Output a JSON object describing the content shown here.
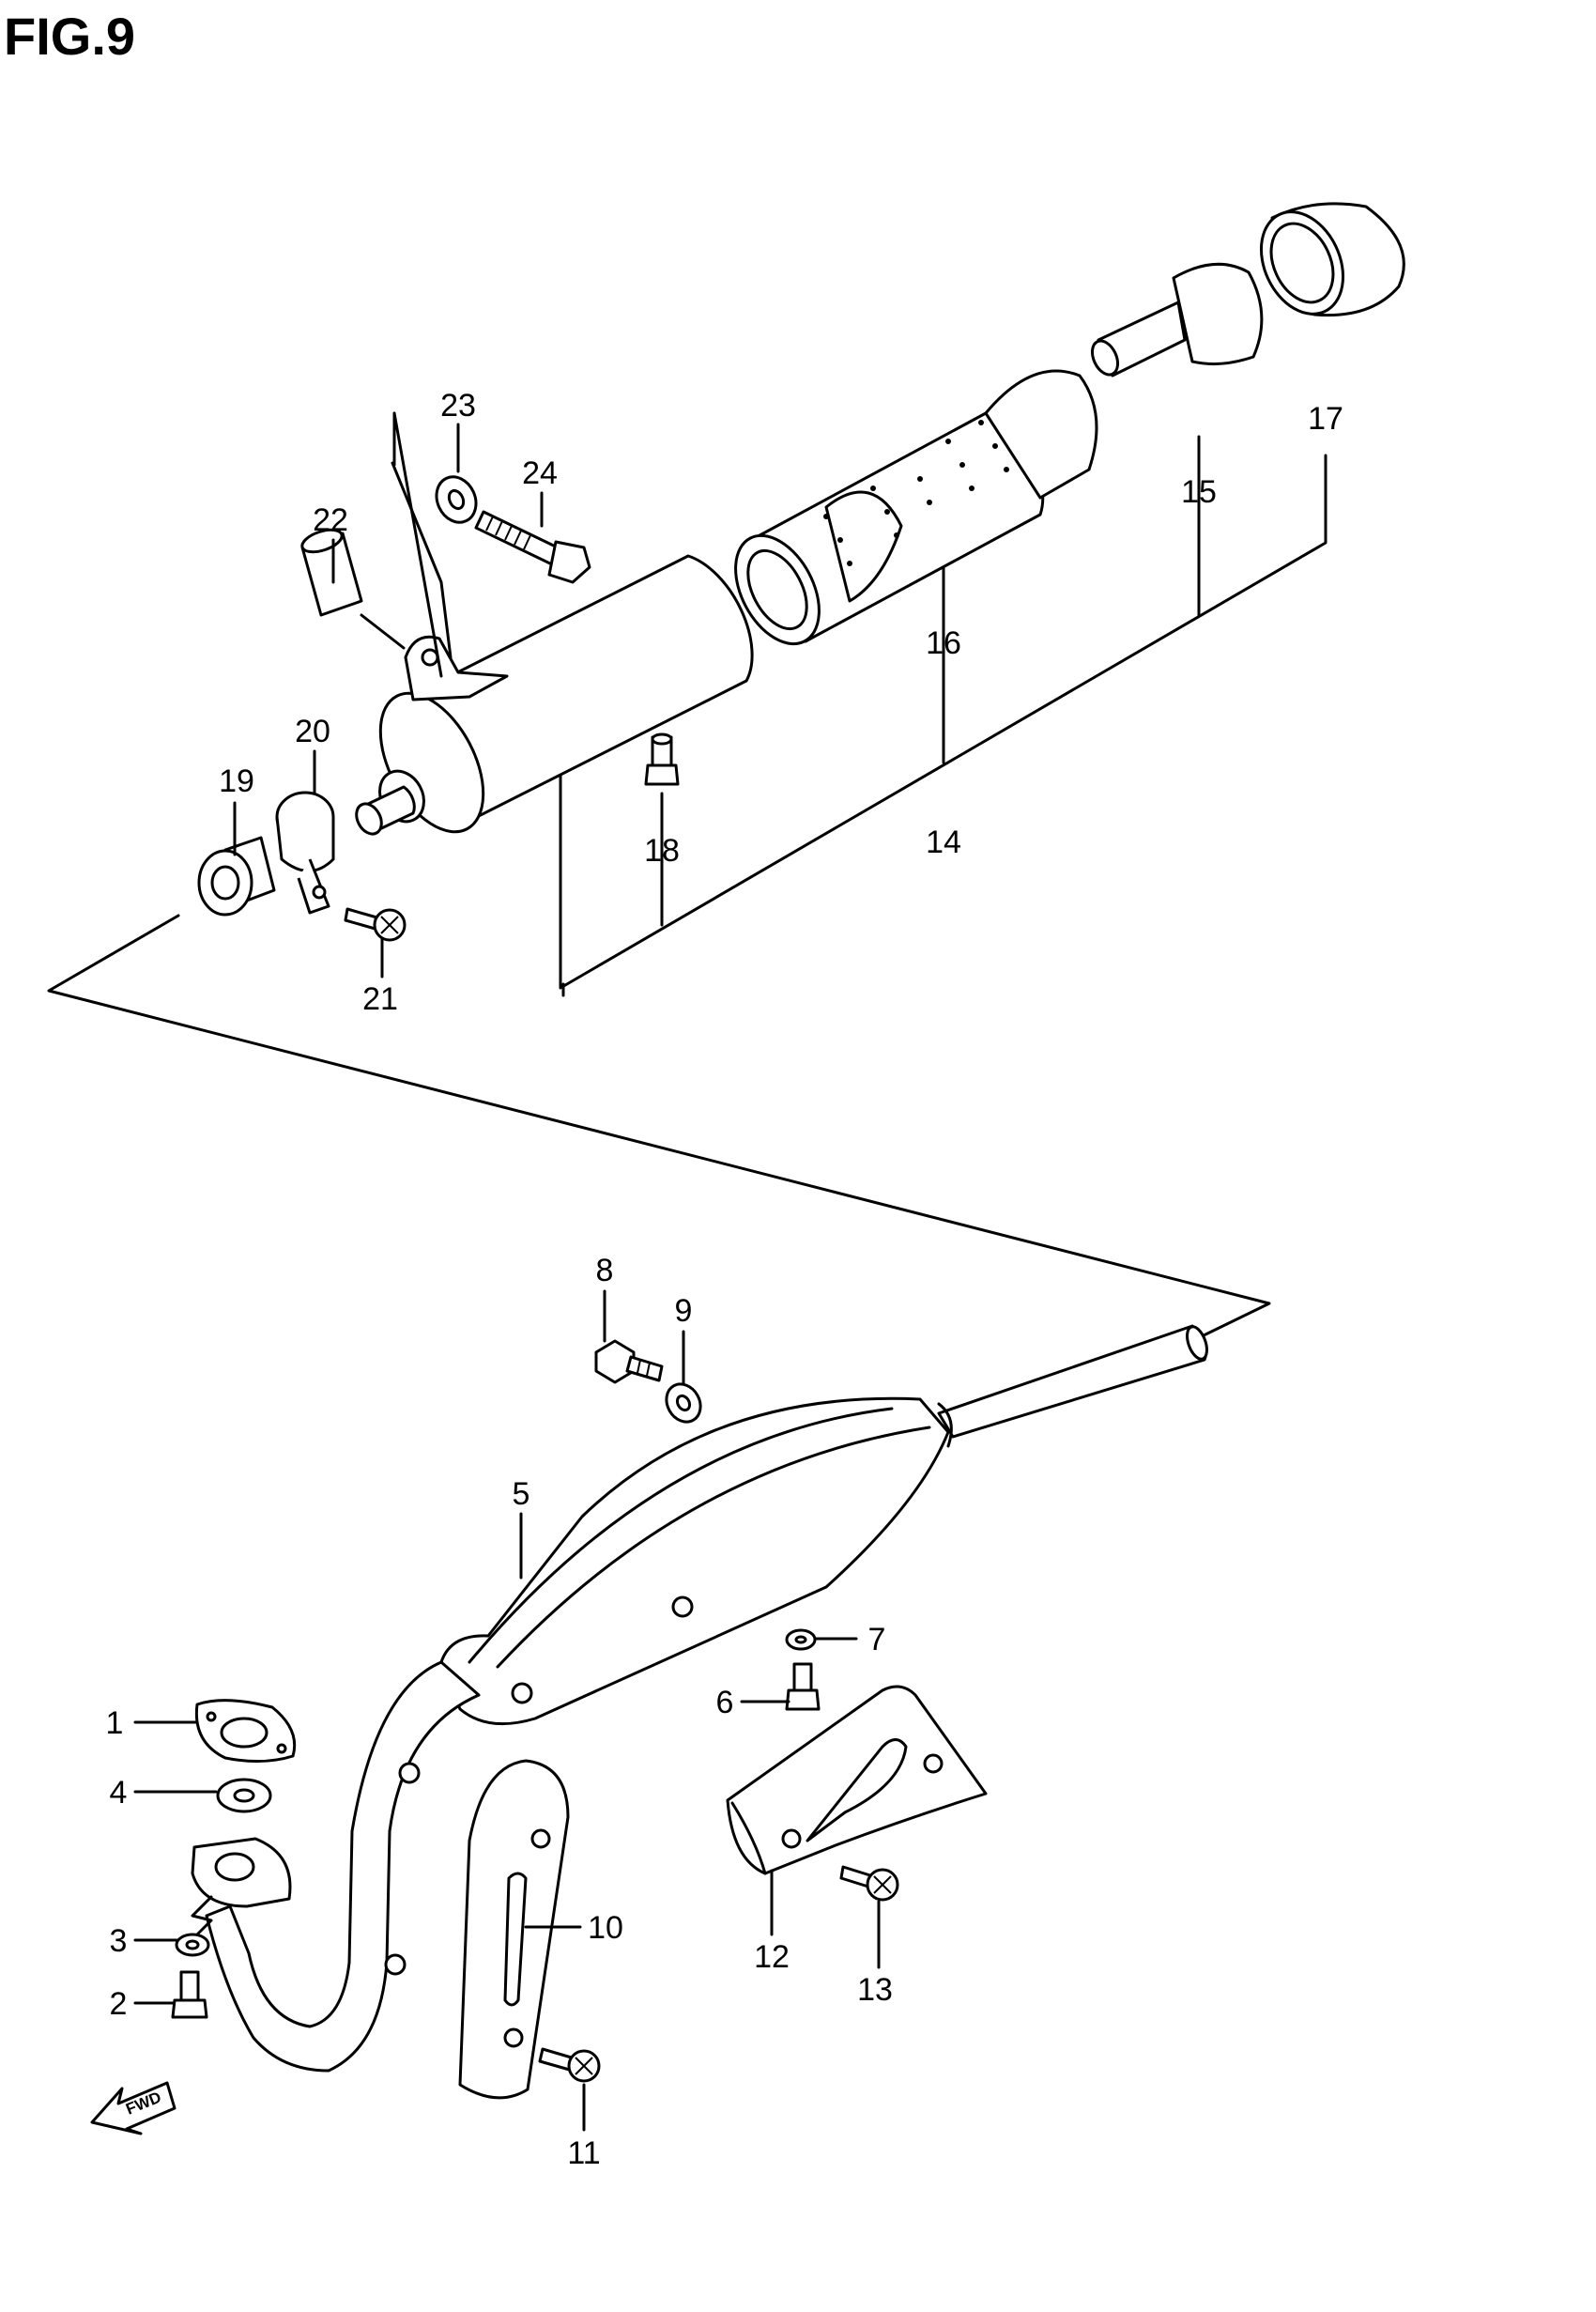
{
  "figure": {
    "title": "FIG.9"
  },
  "callouts": [
    "1",
    "2",
    "3",
    "4",
    "5",
    "6",
    "7",
    "8",
    "9",
    "10",
    "11",
    "12",
    "13",
    "14",
    "15",
    "16",
    "17",
    "18",
    "19",
    "20",
    "21",
    "22",
    "23",
    "24"
  ],
  "fwd_label": "FWD"
}
